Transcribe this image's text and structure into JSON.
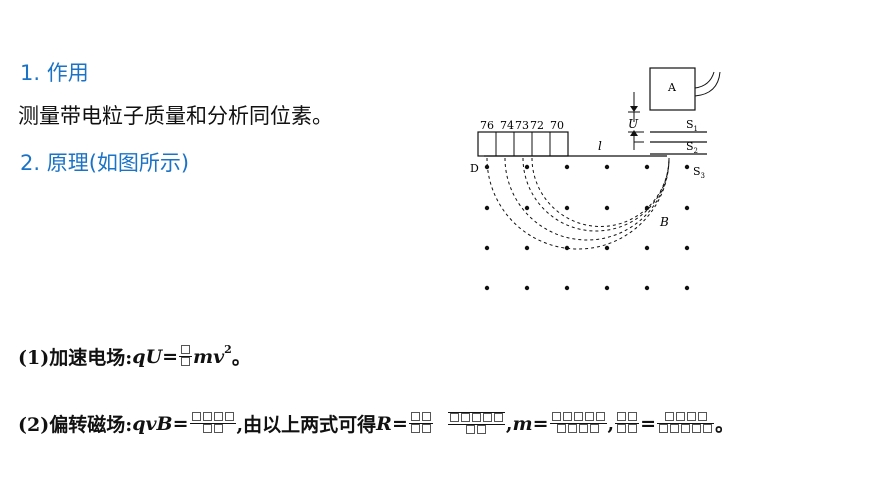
{
  "section1": {
    "heading": "1. 作用",
    "text": "测量带电粒子质量和分析同位素。"
  },
  "section2": {
    "heading": "2. 原理(如图所示)"
  },
  "diagram": {
    "scale_labels": [
      "76",
      "74",
      "73",
      "72",
      "70"
    ],
    "labels": {
      "A": "A",
      "U": "U",
      "l": "l",
      "D": "D",
      "B": "B",
      "S1": "S",
      "S1sub": "1",
      "S2": "S",
      "S2sub": "2",
      "S3": "S",
      "S3sub": "3"
    }
  },
  "formula1": {
    "prefix": "(1)加速电场:",
    "lhs_q": "q",
    "lhs_U": "U",
    "eq": "=",
    "rhs_m": "m",
    "rhs_v": "v",
    "exp": "2",
    "end": "。"
  },
  "formula2": {
    "prefix": "(2)偏转磁场:",
    "lhs": "qvB",
    "eq": "=",
    "mid": ",由以上两式可得 ",
    "R": "R",
    "eq2": "=",
    "comma": ",",
    "m": "m",
    "eq3": "=",
    "comma2": ",",
    "eq4": "=",
    "end": "。"
  }
}
